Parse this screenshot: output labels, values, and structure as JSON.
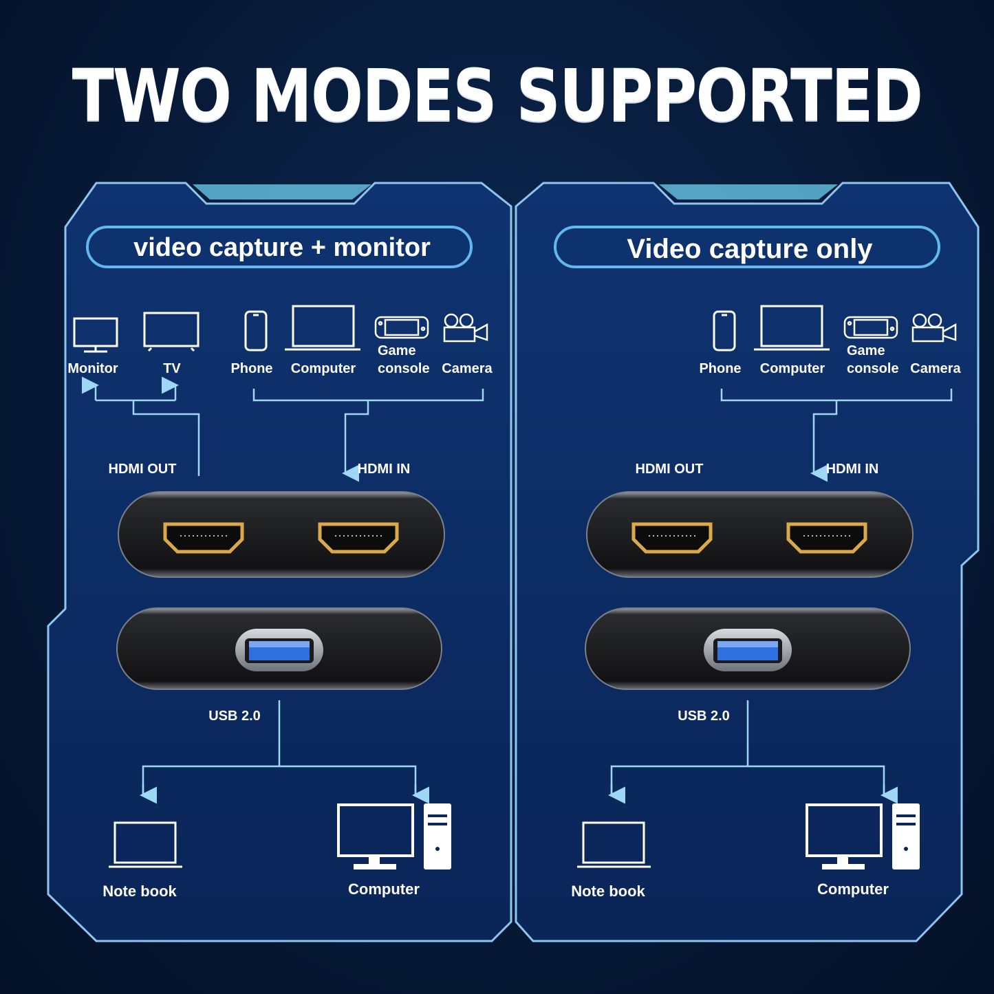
{
  "title": "TWO MODES SUPPORTED",
  "panels": [
    {
      "mode_label": "video capture + monitor",
      "output_devices": [
        {
          "label": "Monitor",
          "icon": "monitor-icon"
        },
        {
          "label": "TV",
          "icon": "tv-icon"
        }
      ],
      "input_devices": [
        {
          "label": "Phone",
          "icon": "phone-icon"
        },
        {
          "label": "Computer",
          "icon": "laptop-icon"
        },
        {
          "label_line1": "Game",
          "label_line2": "console",
          "icon": "game-console-icon"
        },
        {
          "label": "Camera",
          "icon": "camera-icon"
        }
      ],
      "hdmi_out_label": "HDMI OUT",
      "hdmi_in_label": "HDMI IN",
      "usb_label": "USB 2.0",
      "hosts": [
        {
          "label": "Note book",
          "icon": "notebook-icon"
        },
        {
          "label": "Computer",
          "icon": "desktop-computer-icon"
        }
      ]
    },
    {
      "mode_label": "Video capture only",
      "input_devices": [
        {
          "label": "Phone",
          "icon": "phone-icon"
        },
        {
          "label": "Computer",
          "icon": "laptop-icon"
        },
        {
          "label_line1": "Game",
          "label_line2": "console",
          "icon": "game-console-icon"
        },
        {
          "label": "Camera",
          "icon": "camera-icon"
        }
      ],
      "hdmi_out_label": "HDMI OUT",
      "hdmi_in_label": "HDMI IN",
      "usb_label": "USB 2.0",
      "hosts": [
        {
          "label": "Note book",
          "icon": "notebook-icon"
        },
        {
          "label": "Computer",
          "icon": "desktop-computer-icon"
        }
      ]
    }
  ],
  "colors": {
    "background": "#071a38",
    "panel_fill": "#0c2a62",
    "panel_border": "#8ec6f0",
    "accent": "#6fd0f2",
    "connector_gold": "#d9a94a",
    "usb_blue": "#2f6fe0",
    "device_body": "#1a1a1c"
  }
}
